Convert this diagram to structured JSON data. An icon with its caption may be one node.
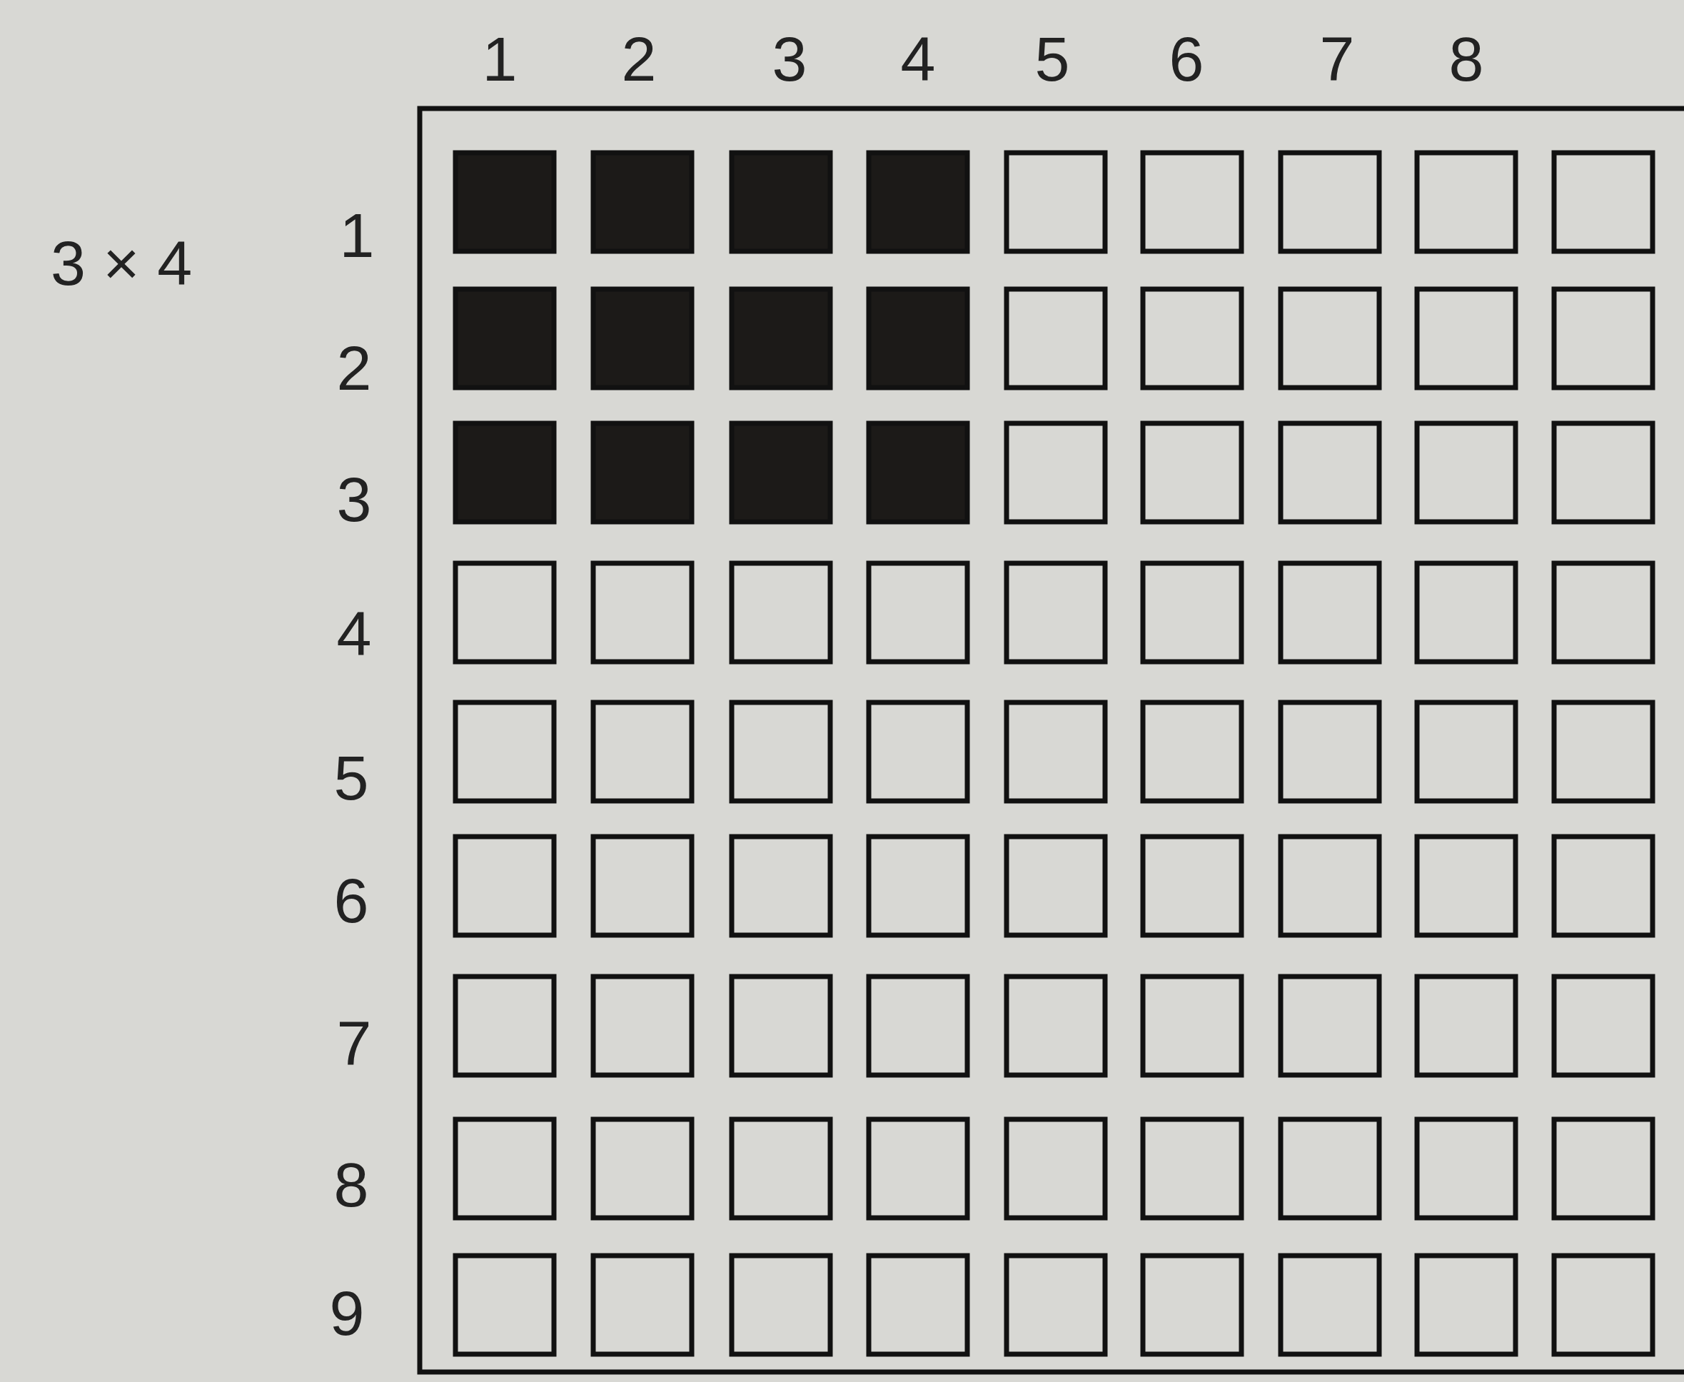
{
  "diagram": {
    "labels": [
      "1",
      "2",
      "3",
      "4",
      "5",
      "6",
      "7",
      "8",
      "3 × 4",
      "1",
      "2",
      "3",
      "4",
      "5",
      "6",
      "7",
      "8",
      "9"
    ]
  }
}
